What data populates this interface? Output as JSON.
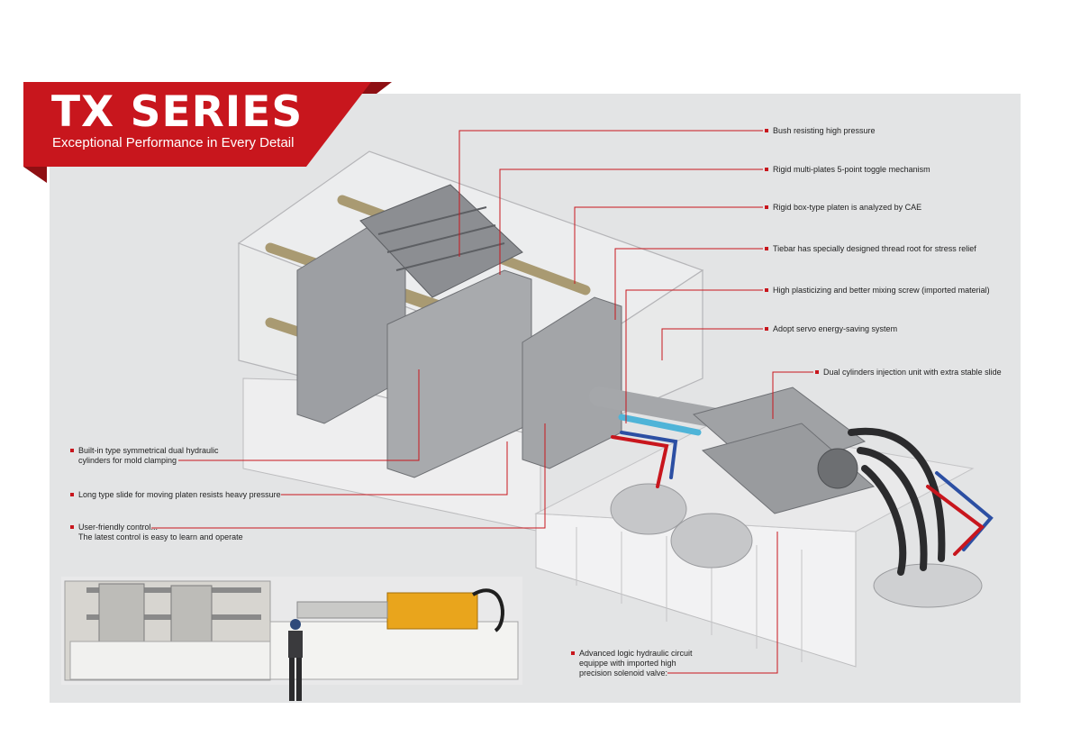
{
  "header": {
    "title": "TX SERIES",
    "subtitle": "Exceptional Performance in Every Detail"
  },
  "colors": {
    "brand_red": "#c8161d",
    "dark_red": "#8e0f13",
    "panel_gray": "#e3e4e5"
  },
  "callouts_right": [
    {
      "text": "Bush resisting high pressure"
    },
    {
      "text": "Rigid multi-plates 5-point toggle mechanism"
    },
    {
      "text": "Rigid box-type platen is analyzed by CAE"
    },
    {
      "text": "Tiebar has specially designed thread root for stress relief"
    },
    {
      "text": "High plasticizing and better mixing screw (imported material)"
    },
    {
      "text": "Adopt servo energy-saving system"
    },
    {
      "text": "Dual cylinders injection unit with extra stable slide"
    }
  ],
  "callouts_left": [
    {
      "line1": "Built-in type symmetrical dual hydraulic",
      "line2": "cylinders for mold clamping"
    },
    {
      "line1": "Long type slide for moving platen resists heavy pressure",
      "line2": ""
    },
    {
      "line1": "User-friendly control...",
      "line2": "The latest control is easy to learn and operate"
    }
  ],
  "callout_bottom": {
    "line1": "Advanced logic hydraulic circuit",
    "line2": "equippe with imported high",
    "line3": "precision solenoid valve:"
  }
}
